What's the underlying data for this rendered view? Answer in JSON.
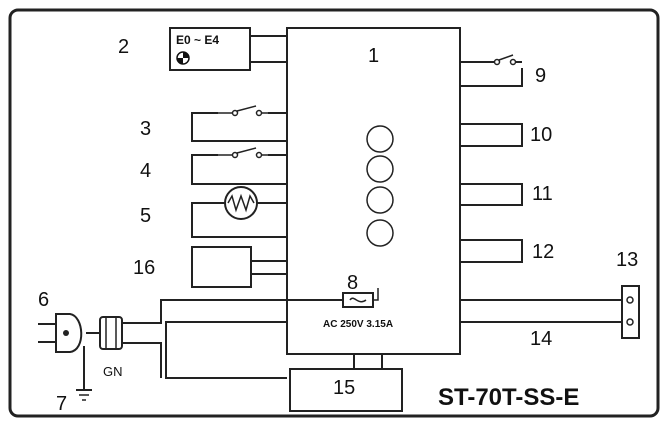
{
  "labels": {
    "n1": "1",
    "n2": "2",
    "n3": "3",
    "n4": "4",
    "n5": "5",
    "n6": "6",
    "n7": "7",
    "n8": "8",
    "n9": "9",
    "n10": "10",
    "n11": "11",
    "n12": "12",
    "n13": "13",
    "n14": "14",
    "n15": "15",
    "n16": "16"
  },
  "display_text": "E0 ~ E4",
  "fuse_rating": "AC 250V 3.15A",
  "ground_label": "GN",
  "model": "ST-70T-SS-E",
  "colors": {
    "stroke": "#222222",
    "background": "#ffffff"
  }
}
